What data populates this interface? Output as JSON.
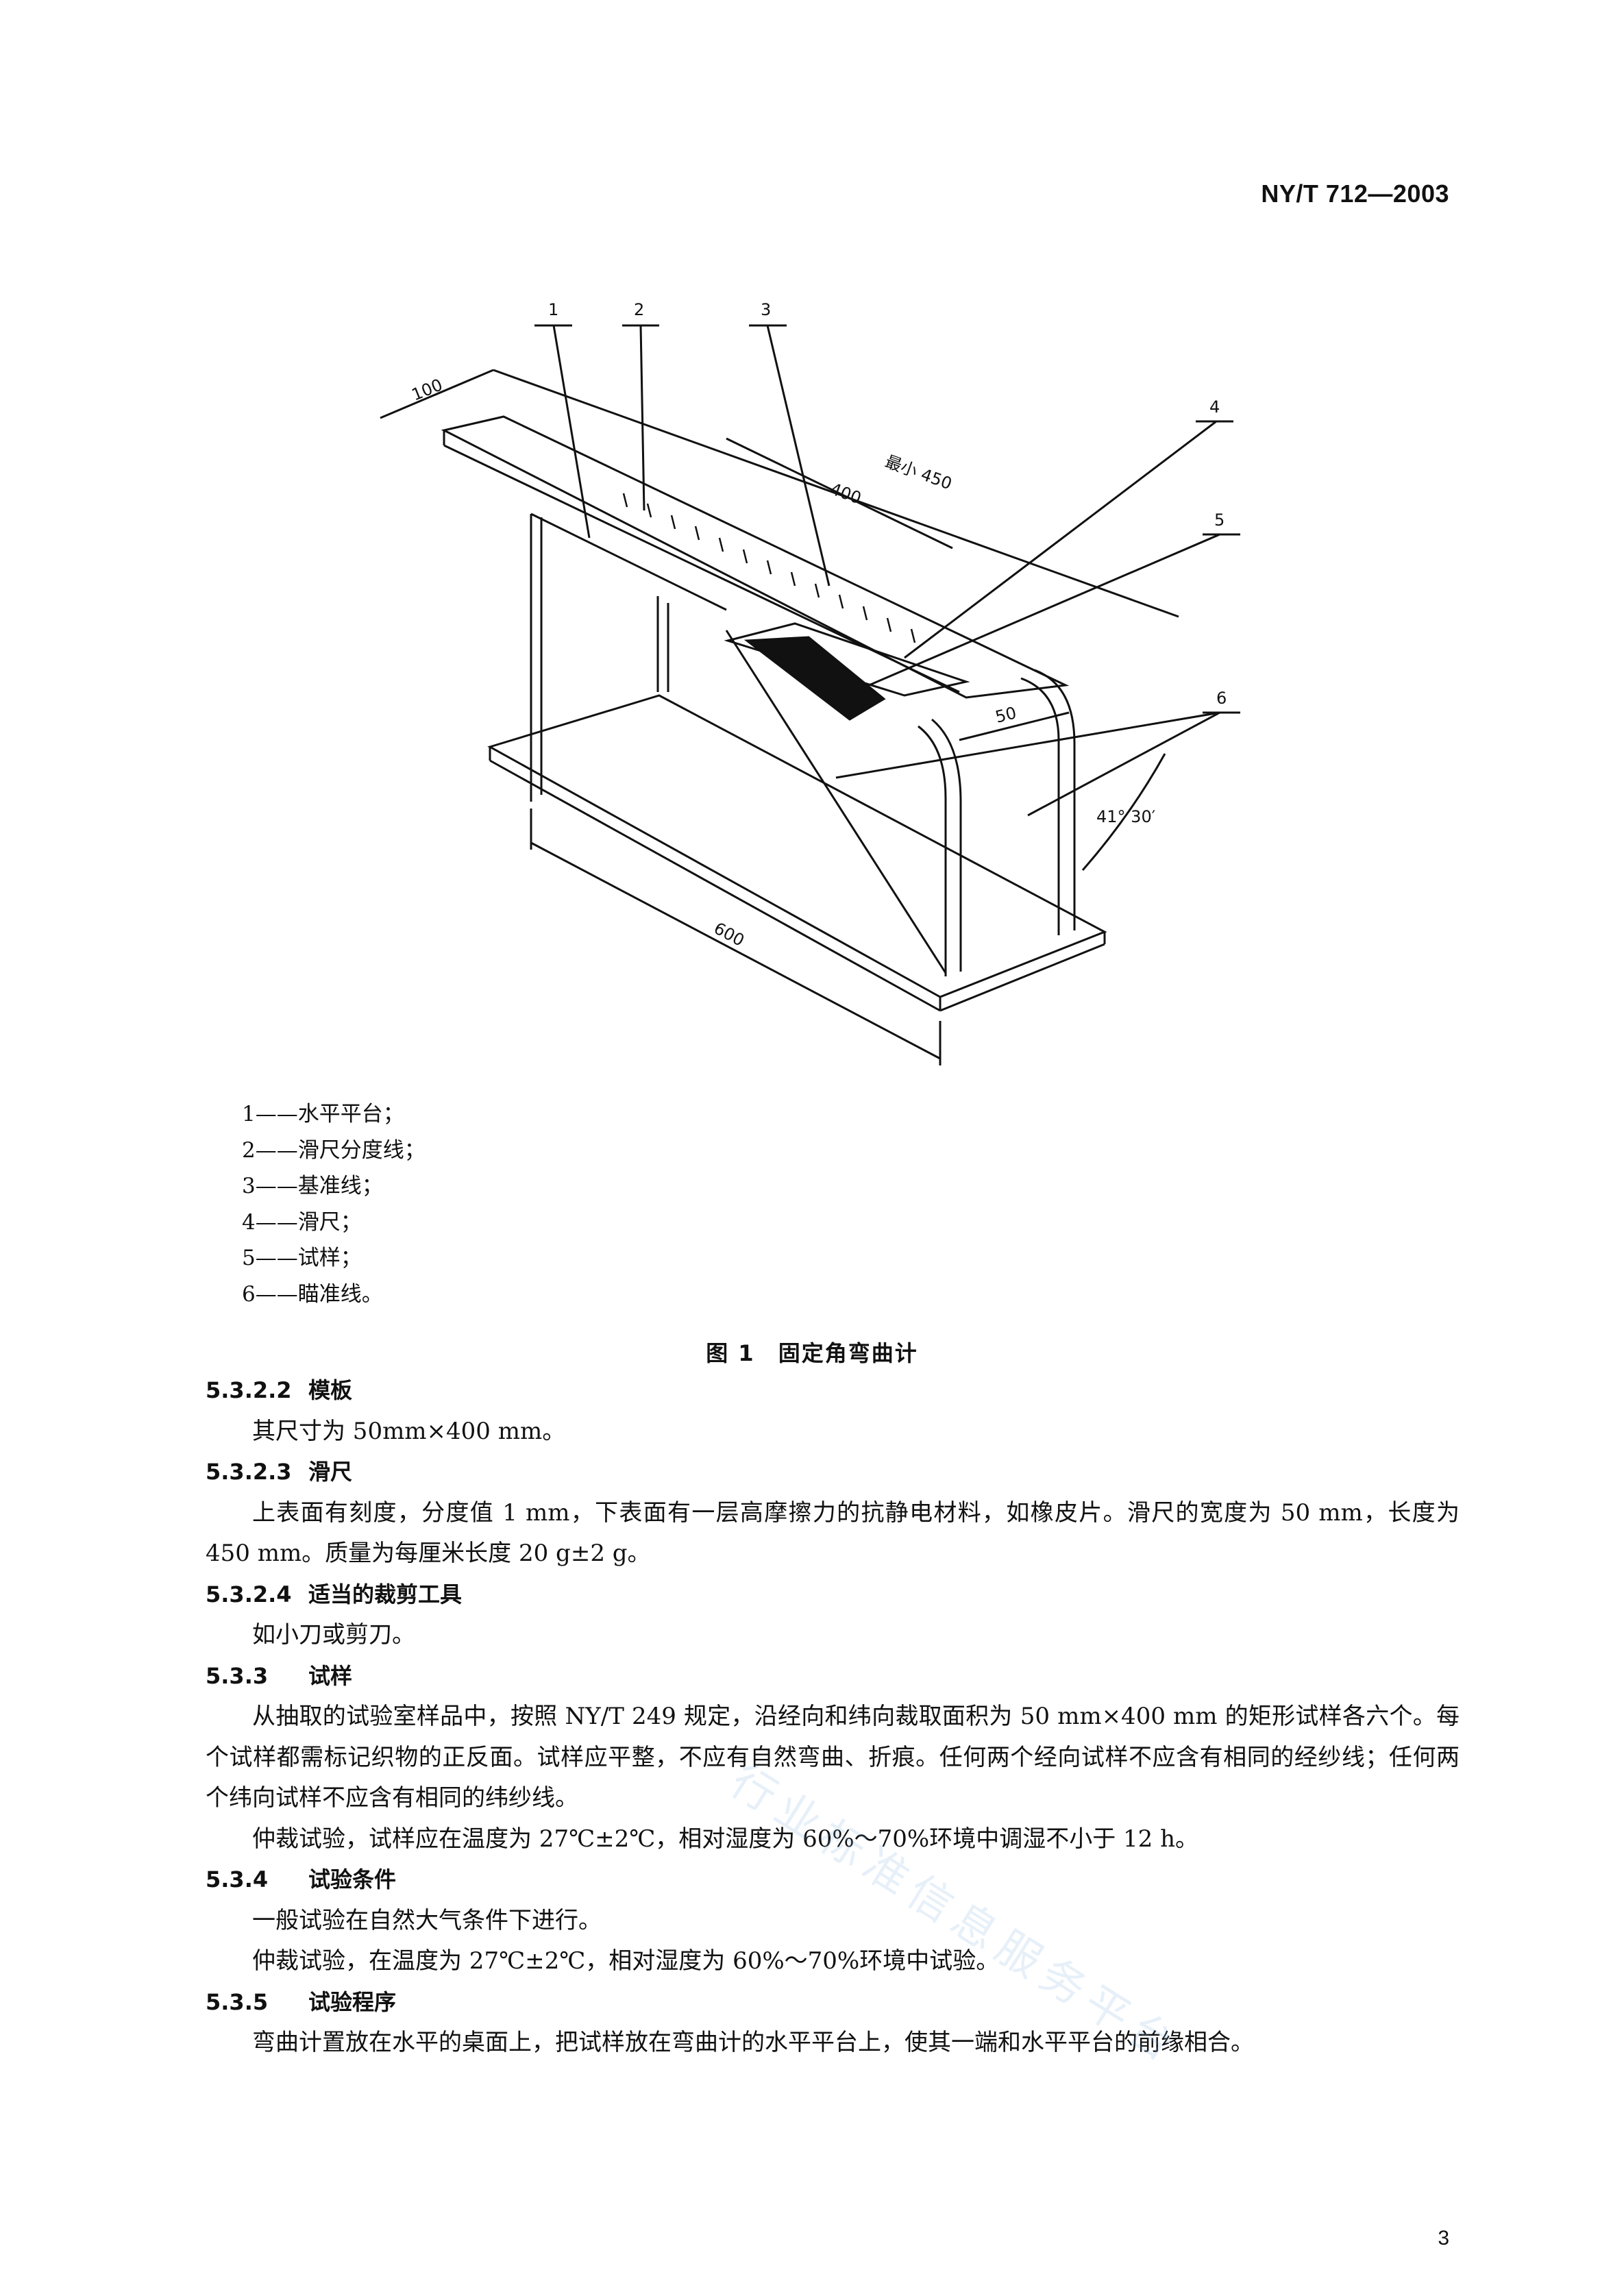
{
  "header": {
    "standard_code": "NY/T 712—2003"
  },
  "figure": {
    "labels": [
      "1",
      "2",
      "3",
      "4",
      "5",
      "6",
      "6"
    ],
    "dimensions": {
      "d100": "100",
      "d450": "最小 450",
      "d400": "400",
      "d50": "50",
      "d600": "600",
      "angle": "41° 30′"
    },
    "legend": [
      "1——水平平台；",
      "2——滑尺分度线；",
      "3——基准线；",
      "4——滑尺；",
      "5——试样；",
      "6——瞄准线。"
    ],
    "caption": "图 1　固定角弯曲计"
  },
  "sections": [
    {
      "type": "heading",
      "number": "5.3.2.2",
      "title": "模板"
    },
    {
      "type": "para",
      "text": "其尺寸为 50mm×400 mm。"
    },
    {
      "type": "heading",
      "number": "5.3.2.3",
      "title": "滑尺"
    },
    {
      "type": "para",
      "text": "上表面有刻度，分度值 1 mm，下表面有一层高摩擦力的抗静电材料，如橡皮片。滑尺的宽度为 50 mm，长度为 450 mm。质量为每厘米长度 20 g±2 g。"
    },
    {
      "type": "heading",
      "number": "5.3.2.4",
      "title": "适当的裁剪工具"
    },
    {
      "type": "para",
      "text": "如小刀或剪刀。"
    },
    {
      "type": "heading",
      "number": "5.3.3",
      "title": "试样"
    },
    {
      "type": "para",
      "text": "从抽取的试验室样品中，按照 NY/T 249 规定，沿经向和纬向裁取面积为 50 mm×400 mm 的矩形试样各六个。每个试样都需标记织物的正反面。试样应平整，不应有自然弯曲、折痕。任何两个经向试样不应含有相同的经纱线；任何两个纬向试样不应含有相同的纬纱线。"
    },
    {
      "type": "para",
      "text": "仲裁试验，试样应在温度为 27℃±2℃，相对湿度为 60%～70%环境中调湿不小于 12 h。"
    },
    {
      "type": "heading",
      "number": "5.3.4",
      "title": "试验条件"
    },
    {
      "type": "para",
      "text": "一般试验在自然大气条件下进行。"
    },
    {
      "type": "para",
      "text": "仲裁试验，在温度为 27℃±2℃，相对湿度为 60%～70%环境中试验。"
    },
    {
      "type": "heading",
      "number": "5.3.5",
      "title": "试验程序"
    },
    {
      "type": "para",
      "text": "弯曲计置放在水平的桌面上，把试样放在弯曲计的水平平台上，使其一端和水平平台的前缘相合。"
    }
  ],
  "watermark": "行业标准信息服务平台",
  "page_number": "3"
}
